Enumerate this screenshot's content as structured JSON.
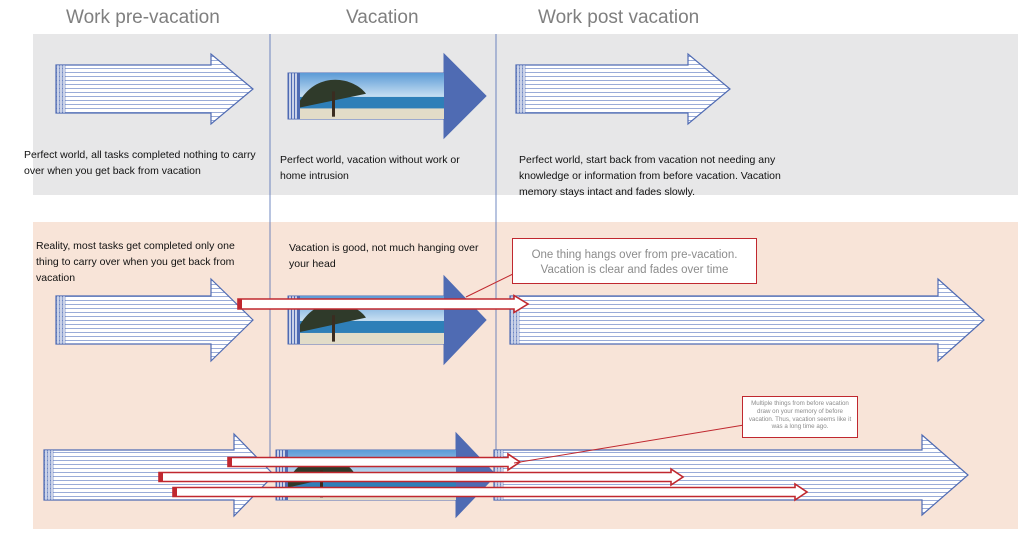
{
  "headers": {
    "pre": "Work pre-vacation",
    "vacation": "Vacation",
    "post": "Work post vacation"
  },
  "top_row": {
    "pre_caption": "Perfect world, all tasks completed nothing to carry over when you get back from vacation",
    "vacation_caption": "Perfect world, vacation without work or home intrusion",
    "post_caption": "Perfect world, start back from vacation not needing any knowledge or information from before vacation.  Vacation memory stays intact and fades slowly."
  },
  "middle_row": {
    "pre_caption": "Reality, most tasks get completed only one thing to carry over when you get back from vacation",
    "vacation_caption": "Vacation is good, not much hanging over your head",
    "callout": "One thing hangs over from pre-vacation. Vacation is clear and fades over time"
  },
  "bottom_row": {
    "callout": "Multiple things from before vacation draw on your memory of before vacation. Thus, vacation seems like it was a long time ago."
  },
  "colors": {
    "band_top": "#e7e7e8",
    "band_bottom": "#f8e4d8",
    "arrow_outline": "#4f6bb3",
    "arrow_hatch": "#8fa3d4",
    "carryover_red": "#c0282f",
    "header_gray": "#7f7f7f"
  }
}
